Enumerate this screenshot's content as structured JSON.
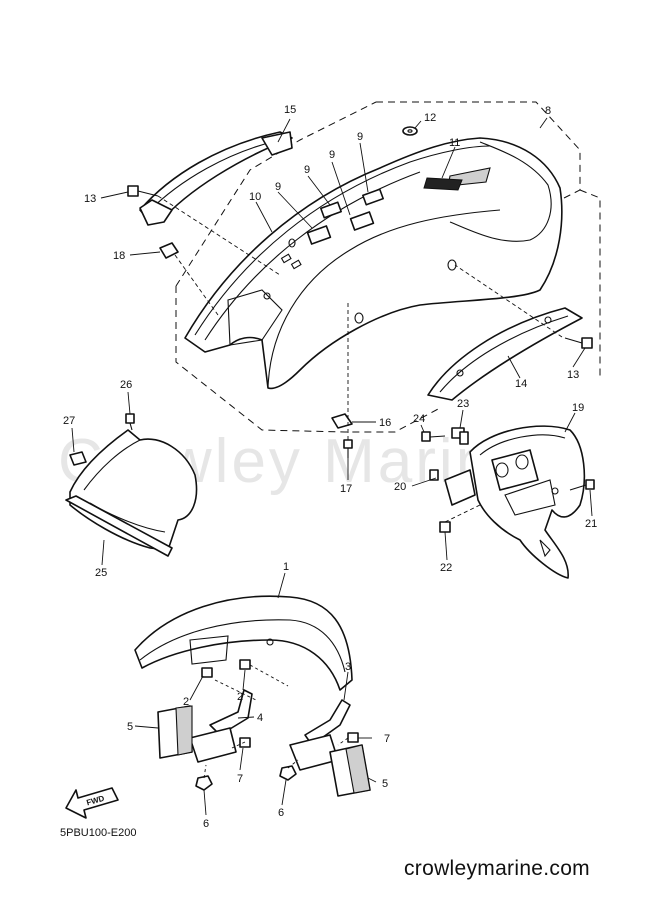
{
  "diagram": {
    "drawing_code": "5PBU100-E200",
    "site_footer": "crowleymarine.com",
    "watermark": "Crowley Marine",
    "fwd_arrow_label": "FWD",
    "callouts": [
      {
        "id": "c15",
        "label": "15"
      },
      {
        "id": "c12",
        "label": "12"
      },
      {
        "id": "c8",
        "label": "8"
      },
      {
        "id": "c9a",
        "label": "9"
      },
      {
        "id": "c9b",
        "label": "9"
      },
      {
        "id": "c9c",
        "label": "9"
      },
      {
        "id": "c9d",
        "label": "9"
      },
      {
        "id": "c11",
        "label": "11"
      },
      {
        "id": "c13a",
        "label": "13"
      },
      {
        "id": "c10",
        "label": "10"
      },
      {
        "id": "c18",
        "label": "18"
      },
      {
        "id": "c14",
        "label": "14"
      },
      {
        "id": "c13b",
        "label": "13"
      },
      {
        "id": "c26",
        "label": "26"
      },
      {
        "id": "c27",
        "label": "27"
      },
      {
        "id": "c16",
        "label": "16"
      },
      {
        "id": "c17",
        "label": "17"
      },
      {
        "id": "c24",
        "label": "24"
      },
      {
        "id": "c23",
        "label": "23"
      },
      {
        "id": "c19",
        "label": "19"
      },
      {
        "id": "c20",
        "label": "20"
      },
      {
        "id": "c21",
        "label": "21"
      },
      {
        "id": "c22",
        "label": "22"
      },
      {
        "id": "c25",
        "label": "25"
      },
      {
        "id": "c1",
        "label": "1"
      },
      {
        "id": "c3",
        "label": "3"
      },
      {
        "id": "c2a",
        "label": "2"
      },
      {
        "id": "c2b",
        "label": "2"
      },
      {
        "id": "c5a",
        "label": "5"
      },
      {
        "id": "c4",
        "label": "4"
      },
      {
        "id": "c7a",
        "label": "7"
      },
      {
        "id": "c7b",
        "label": "7"
      },
      {
        "id": "c5b",
        "label": "5"
      },
      {
        "id": "c6a",
        "label": "6"
      },
      {
        "id": "c6b",
        "label": "6"
      }
    ]
  }
}
